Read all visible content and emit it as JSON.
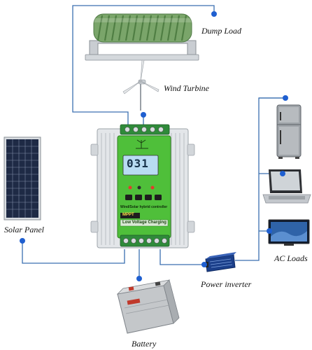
{
  "labels": {
    "dump_load": "Dump Load",
    "wind_turbine": "Wind Turbine",
    "solar_panel": "Solar Panel",
    "ac_loads": "AC Loads",
    "power_inverter": "Power inverter",
    "battery": "Battery"
  },
  "controller": {
    "lcd_reading": "031",
    "title": "Wind/Solar hybrid controller",
    "mppt": "MPPT",
    "mode": "Low Voltage Charging"
  },
  "colors": {
    "wire": "#3a6fb0",
    "node": "#1f5fd0",
    "controller_green": "#4fbf3a",
    "resistor_green": "#7aa56a",
    "lcd": "#b8dcf2"
  }
}
